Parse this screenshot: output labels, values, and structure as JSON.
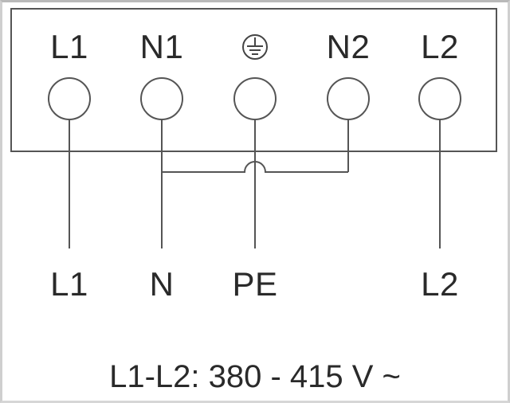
{
  "terminal_block": {
    "terminals": [
      {
        "label": "L1",
        "icon": null
      },
      {
        "label": "N1",
        "icon": null
      },
      {
        "label": "",
        "icon": "ground-icon"
      },
      {
        "label": "N2",
        "icon": null
      },
      {
        "label": "L2",
        "icon": null
      }
    ]
  },
  "wires": [
    {
      "label": "L1"
    },
    {
      "label": "N"
    },
    {
      "label": "PE"
    },
    {
      "label": "L2"
    }
  ],
  "rating": "L1-L2: 380 - 415 V ~",
  "colors": {
    "line": "#555555",
    "text": "#2a2a2a"
  }
}
